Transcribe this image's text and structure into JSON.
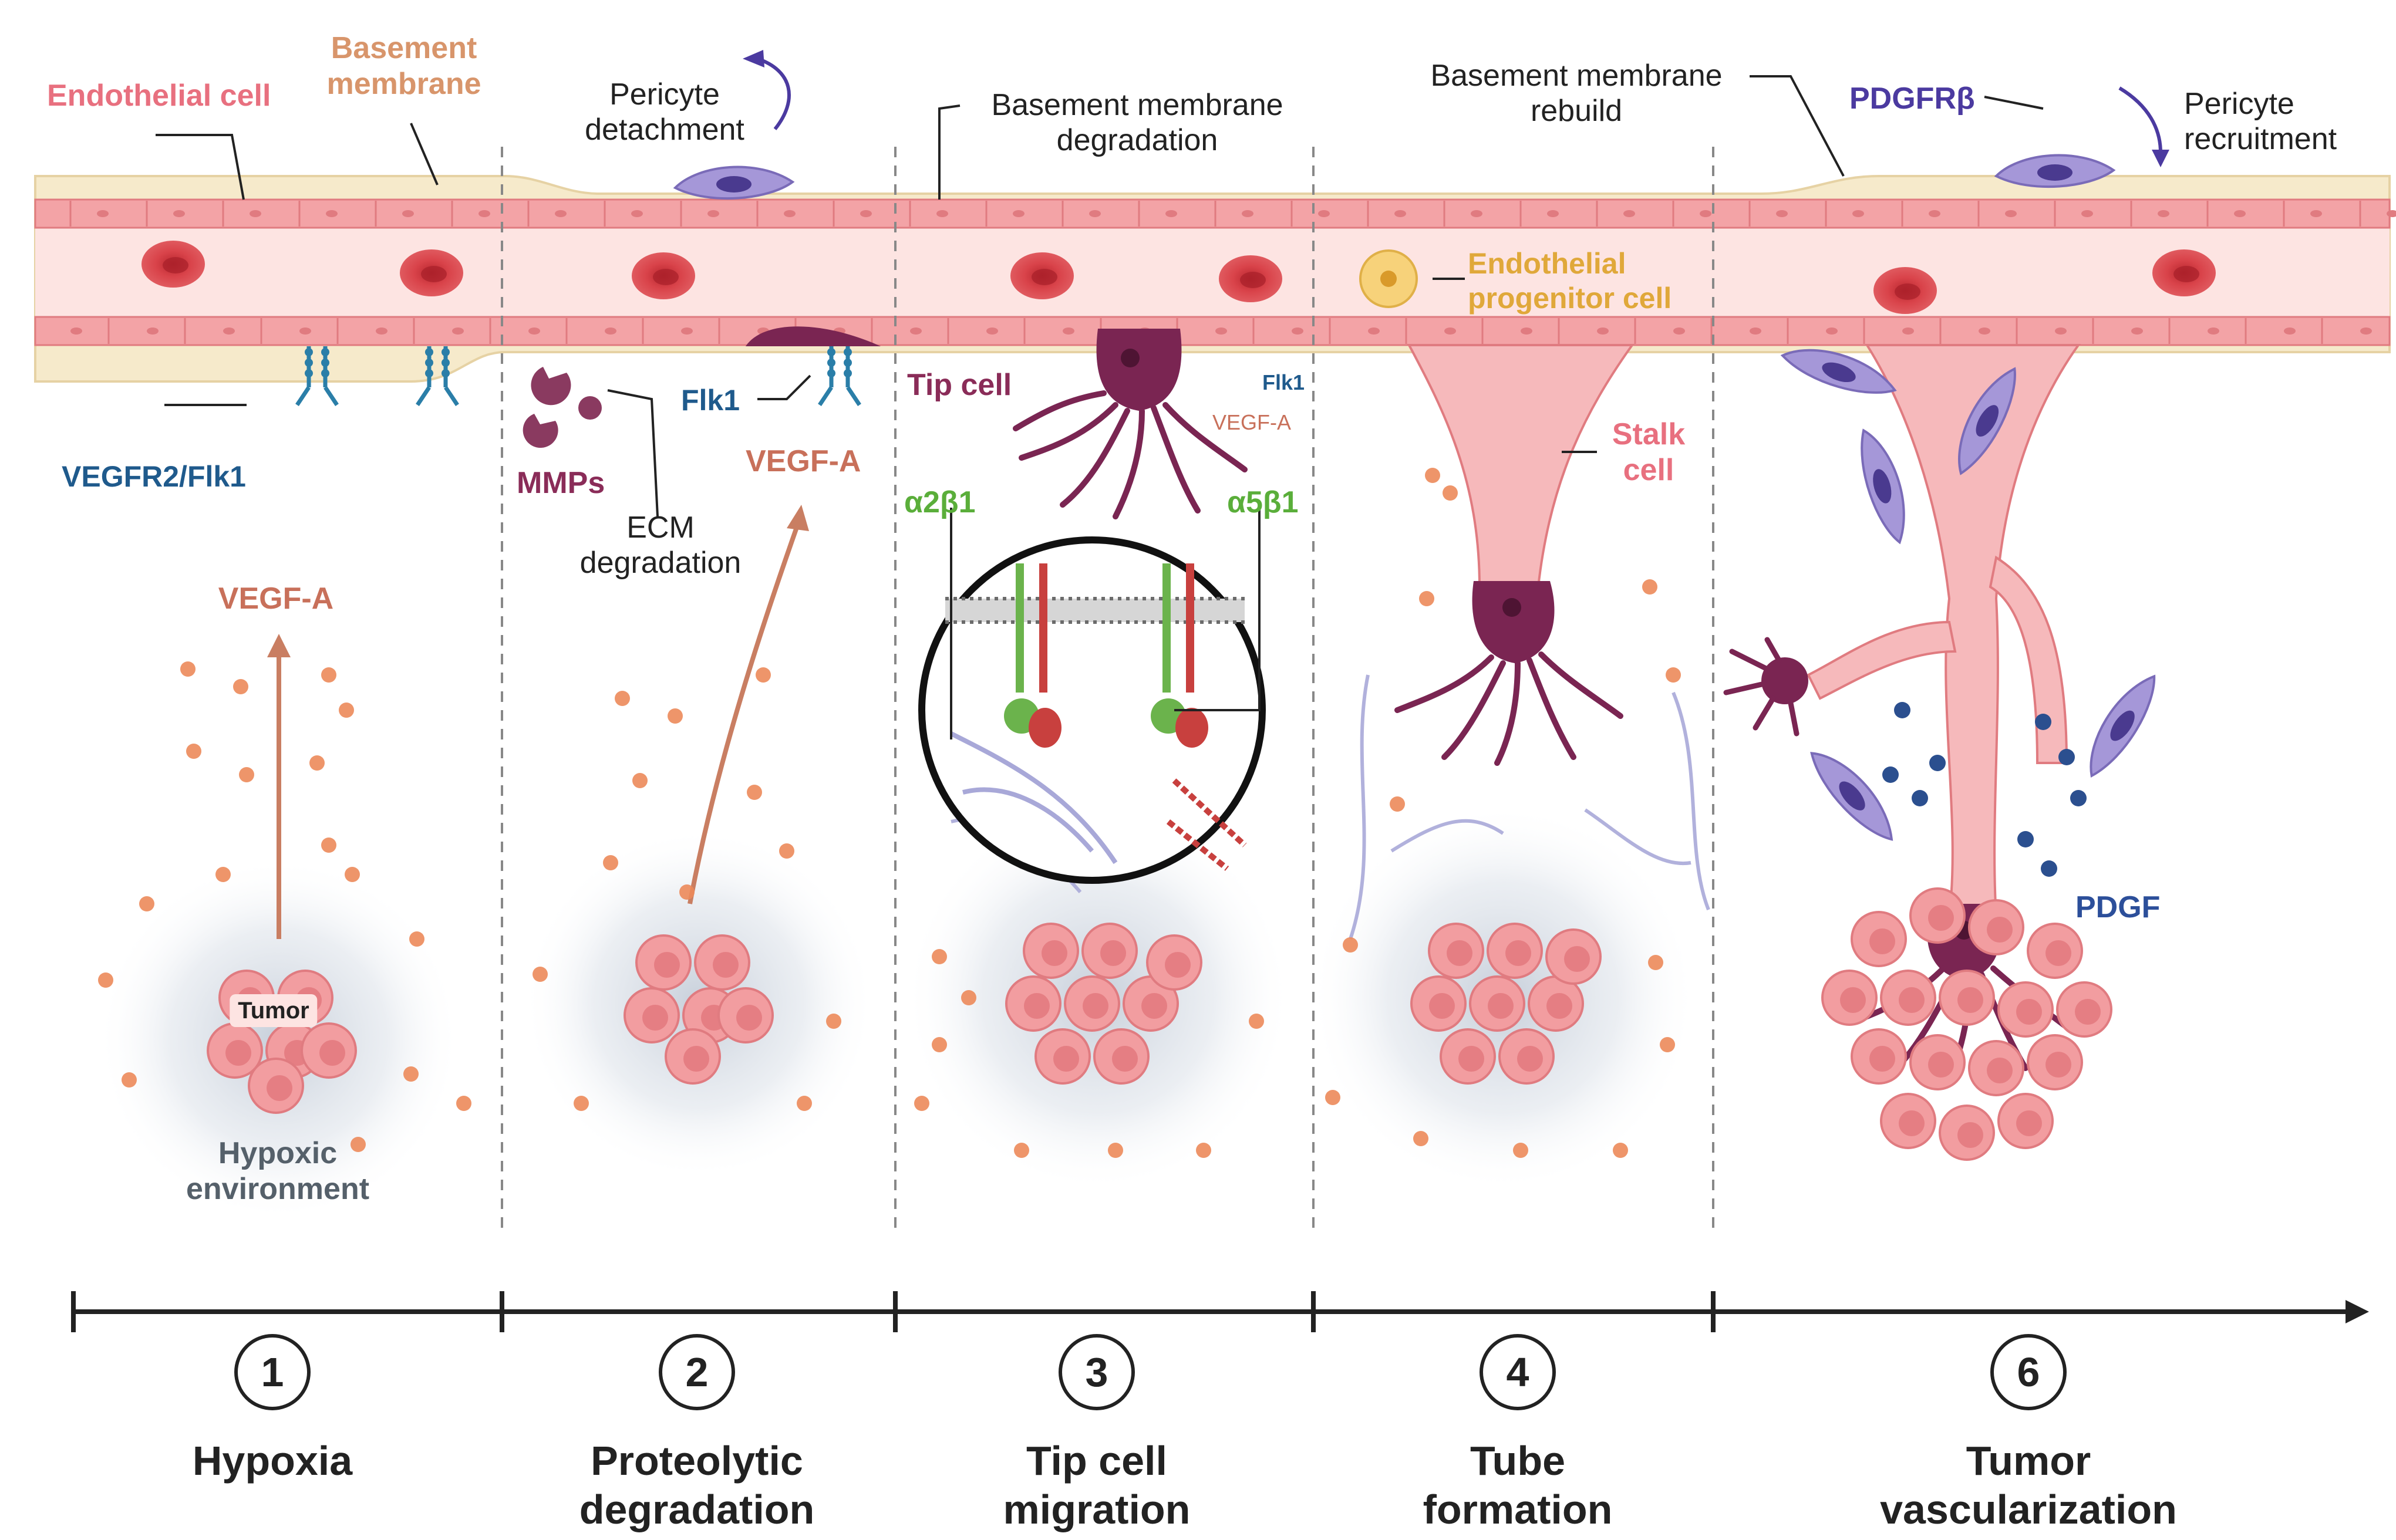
{
  "labels": {
    "endothelial_cell": "Endothelial cell",
    "basement_membrane": [
      "Basement",
      "membrane"
    ],
    "pericyte_detachment": [
      "Pericyte",
      "detachment"
    ],
    "bm_degradation": [
      "Basement membrane",
      "degradation"
    ],
    "bm_rebuild": [
      "Basement membrane",
      "rebuild"
    ],
    "pdgfrb": "PDGFRβ",
    "pericyte_recruitment": [
      "Pericyte",
      "recruitment"
    ],
    "vegfr2": "VEGFR2/Flk1",
    "mmps": "MMPs",
    "ecm_degradation": [
      "ECM",
      "degradation"
    ],
    "flk1_a": "Flk1",
    "vegfa_2": "VEGF-A",
    "tip_cell": "Tip cell",
    "flk1_b": "Flk1",
    "vegfa_small": "VEGF-A",
    "a2b1": "α2β1",
    "a5b1": "α5β1",
    "epc": [
      "Endothelial",
      "progenitor cell"
    ],
    "stalk_cell": [
      "Stalk",
      "cell"
    ],
    "vegfa_1": "VEGF-A",
    "tumor": "Tumor",
    "hypoxic": [
      "Hypoxic",
      "environment"
    ],
    "pdgf": "PDGF"
  },
  "steps": [
    {
      "num": "1",
      "title": [
        "Hypoxia"
      ]
    },
    {
      "num": "2",
      "title": [
        "Proteolytic",
        "degradation"
      ]
    },
    {
      "num": "3",
      "title": [
        "Tip cell",
        "migration"
      ]
    },
    {
      "num": "4",
      "title": [
        "Tube",
        "formation"
      ]
    },
    {
      "num": "6",
      "title": [
        "Tumor",
        "vascularization"
      ]
    }
  ],
  "colors": {
    "vessel_fill": "#fde4e2",
    "endothelium": "#f3a3a6",
    "basement_membrane": "#f5e8c8",
    "rbc": "#d9434a",
    "tip_cell": "#7a2552",
    "pericyte": "#9f8fd2",
    "vegf": "#ec8a5a",
    "tumor": "#f09a9c",
    "receptor": "#2a7ea8",
    "integrin_green": "#6bb34c",
    "integrin_red": "#c8403e",
    "pdgf_dot": "#2b4f8f"
  }
}
